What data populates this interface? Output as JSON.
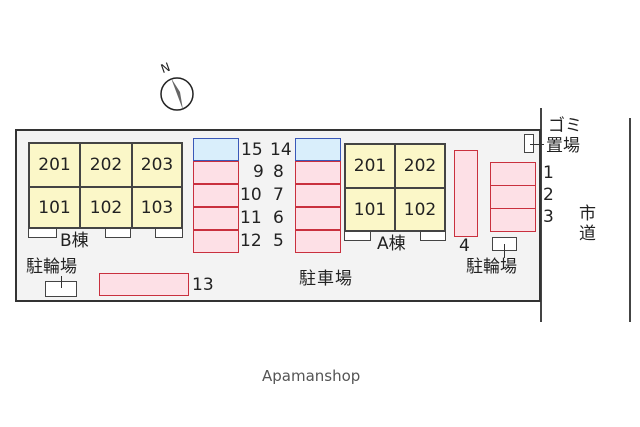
{
  "compass": {
    "label": "N"
  },
  "building_b": {
    "label": "B棟",
    "units": [
      "201",
      "202",
      "203",
      "101",
      "102",
      "103"
    ]
  },
  "building_a": {
    "label": "A棟",
    "units": [
      "201",
      "202",
      "101",
      "102"
    ]
  },
  "parking": {
    "label": "駐車場",
    "left_numbers": [
      "15",
      "9",
      "10",
      "11",
      "12"
    ],
    "right_numbers": [
      "14",
      "8",
      "7",
      "6",
      "5"
    ],
    "slot4": "4",
    "slot13": "13",
    "right_slots": [
      "1",
      "2",
      "3"
    ]
  },
  "bicycle_left": "駐輪場",
  "bicycle_right": "駐輪場",
  "garbage": {
    "line1": "ゴミ",
    "line2": "置場"
  },
  "road": "市道",
  "footer": "Apamanshop",
  "colors": {
    "parking": "#fde0e6",
    "parking_border": "#c9303e",
    "ev": "#d9eefb",
    "building": "#fbf7c8"
  }
}
